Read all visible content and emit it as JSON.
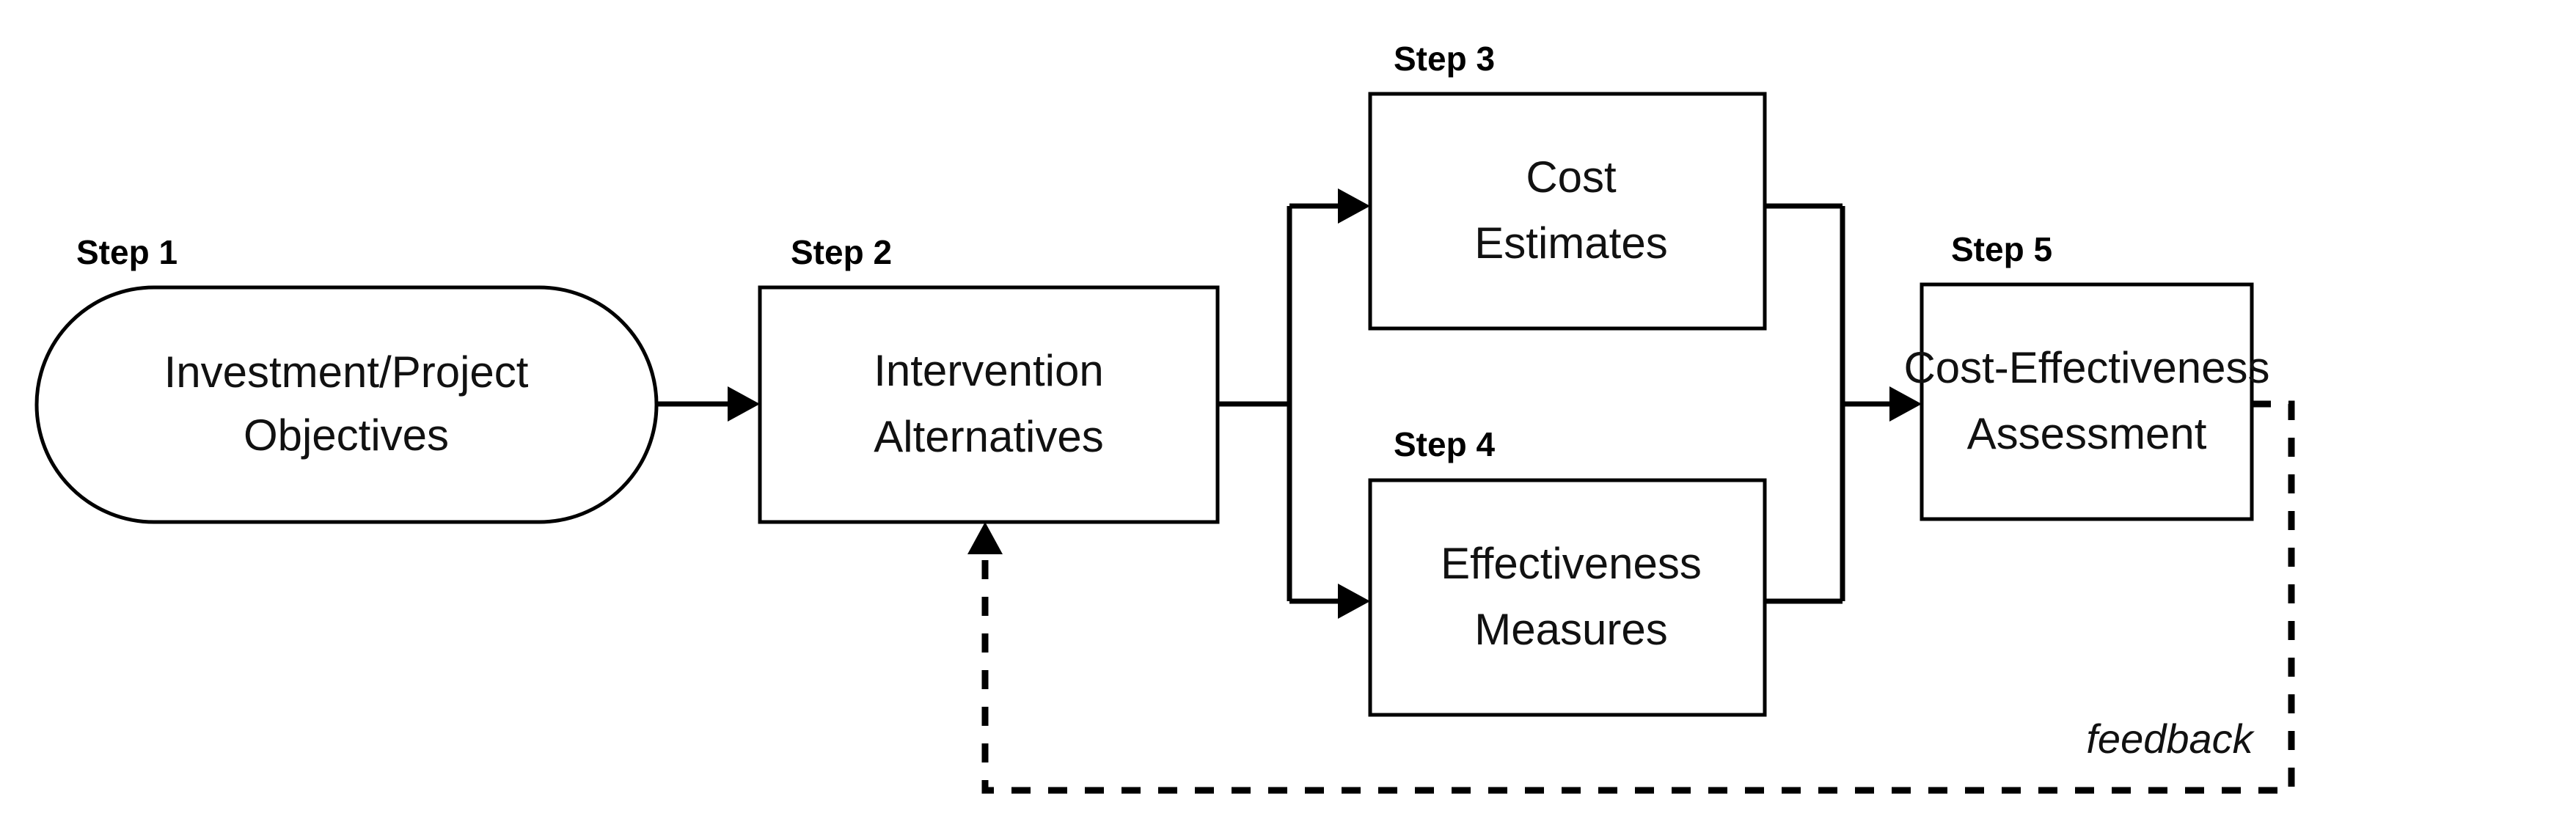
{
  "diagram": {
    "title": "Cost-Effectiveness Analysis Process Flowchart",
    "background_color": "#ffffff",
    "line_color": "#000000",
    "text_color": "#111111",
    "nodes": [
      {
        "id": "step1",
        "step_label": "Step 1",
        "shape": "rounded-pill",
        "line1": "Investment/Project",
        "line2": "Objectives"
      },
      {
        "id": "step2",
        "step_label": "Step 2",
        "shape": "rectangle",
        "line1": "Intervention",
        "line2": "Alternatives"
      },
      {
        "id": "step3",
        "step_label": "Step 3",
        "shape": "rectangle",
        "line1": "Cost",
        "line2": "Estimates"
      },
      {
        "id": "step4",
        "step_label": "Step 4",
        "shape": "rectangle",
        "line1": "Effectiveness",
        "line2": "Measures"
      },
      {
        "id": "step5",
        "step_label": "Step 5",
        "shape": "rectangle",
        "line1": "Cost-Effectiveness",
        "line2": "Assessment"
      }
    ],
    "edges": [
      {
        "id": "e1",
        "from": "step1",
        "to": "step2",
        "style": "solid",
        "label": ""
      },
      {
        "id": "e2",
        "from": "step2",
        "to": "step3",
        "style": "solid",
        "label": ""
      },
      {
        "id": "e3",
        "from": "step2",
        "to": "step4",
        "style": "solid",
        "label": ""
      },
      {
        "id": "e4",
        "from": "step3",
        "to": "step5",
        "style": "solid",
        "label": ""
      },
      {
        "id": "e5",
        "from": "step4",
        "to": "step5",
        "style": "solid",
        "label": ""
      },
      {
        "id": "e6",
        "from": "step5",
        "to": "step2",
        "style": "dashed",
        "label": "feedback"
      }
    ],
    "feedback_label": "feedback"
  }
}
